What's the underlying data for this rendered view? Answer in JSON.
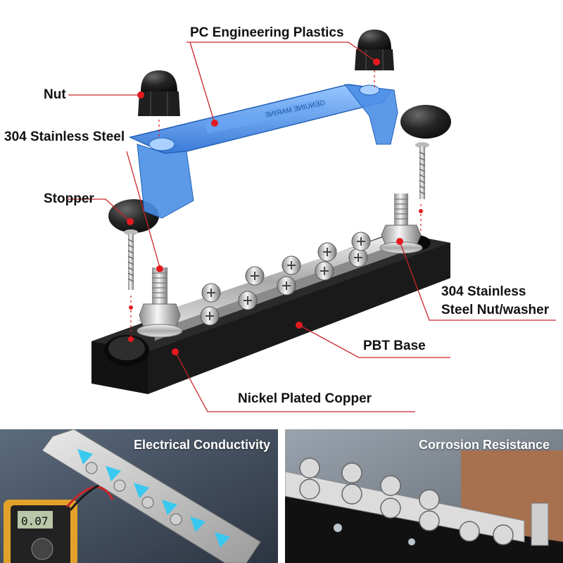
{
  "labels": {
    "pc_plastics": "PC Engineering Plastics",
    "nut": "Nut",
    "stainless_steel": "304 Stainless Steel",
    "stopper": "Stopper",
    "nut_washer_line1": "304 Stainless",
    "nut_washer_line2": "Steel Nut/washer",
    "pbt_base": "PBT Base",
    "nickel_copper": "Nickel Plated Copper"
  },
  "cover_text": "GENUINE MARINE",
  "panels": {
    "left": {
      "title": "Electrical Conductivity",
      "meter_reading": "0.07"
    },
    "right": {
      "title": "Corrosion Resistance"
    }
  },
  "colors": {
    "leader_line": "#c9252b",
    "dot": "#e5191f",
    "cover_blue": "#3f86e0",
    "base_black": "#1d1d1d",
    "arrow_cyan": "#38c8f0"
  }
}
